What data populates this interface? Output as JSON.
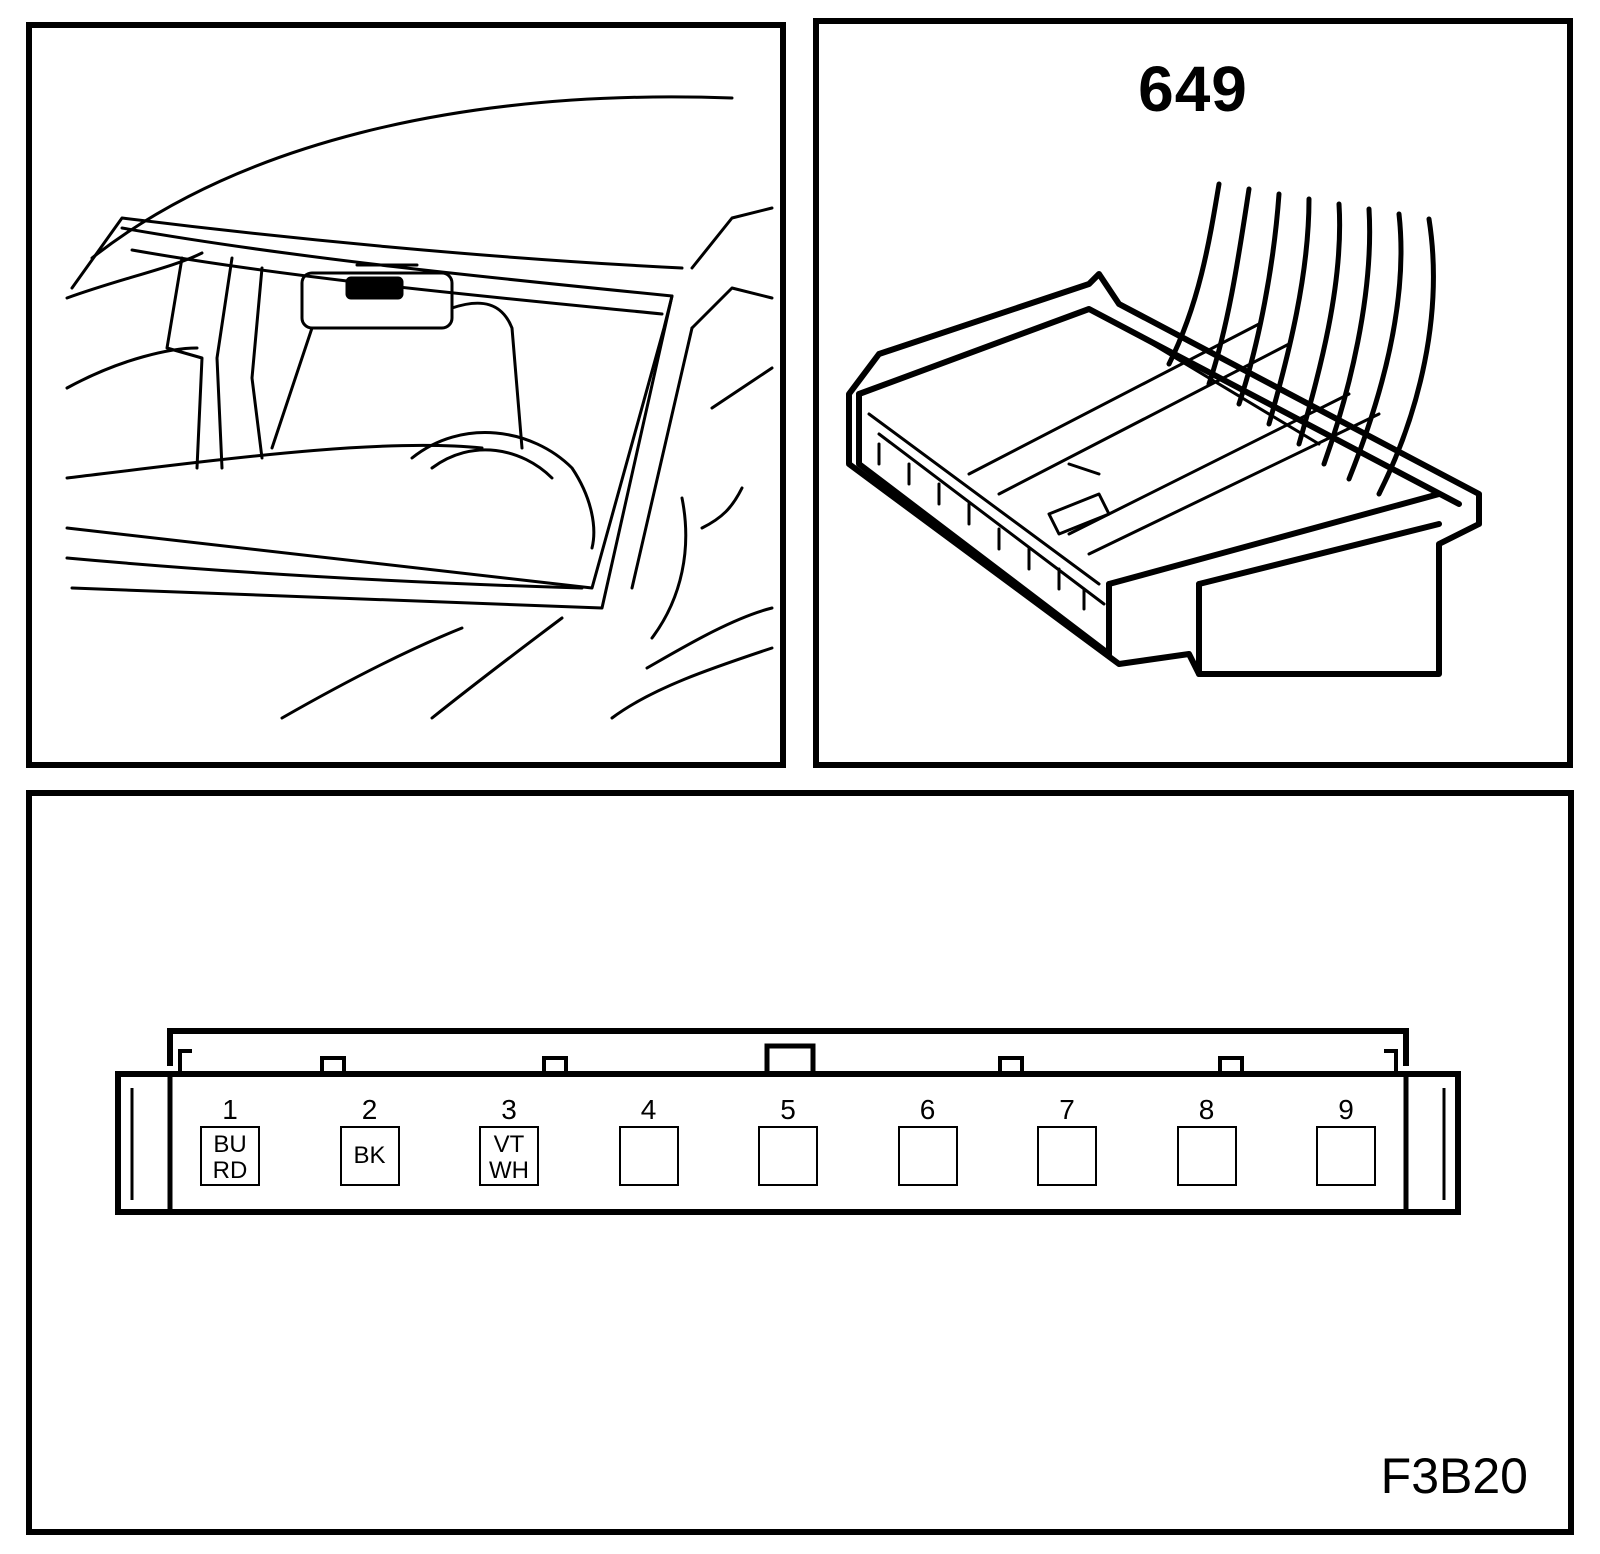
{
  "connector": {
    "id": "649"
  },
  "figure": {
    "code": "F3B20"
  },
  "pins": [
    {
      "number": "1",
      "wires": [
        "BU",
        "RD"
      ]
    },
    {
      "number": "2",
      "wires": [
        "BK"
      ]
    },
    {
      "number": "3",
      "wires": [
        "VT",
        "WH"
      ]
    },
    {
      "number": "4",
      "wires": []
    },
    {
      "number": "5",
      "wires": []
    },
    {
      "number": "6",
      "wires": []
    },
    {
      "number": "7",
      "wires": []
    },
    {
      "number": "8",
      "wires": []
    },
    {
      "number": "9",
      "wires": []
    }
  ]
}
